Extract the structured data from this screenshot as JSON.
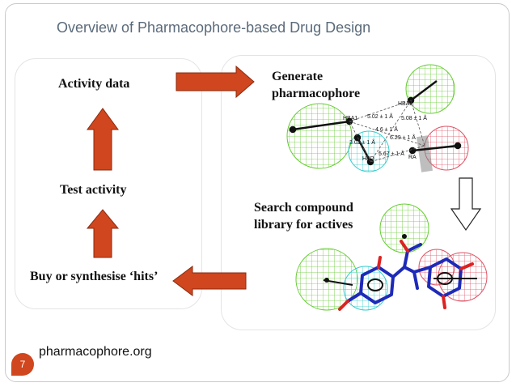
{
  "slide": {
    "title": "Overview of Pharmacophore-based Drug Design",
    "footer_url": "pharmacophore.org",
    "page_number": "7"
  },
  "cycle": {
    "activity_data": "Activity data",
    "test_activity": "Test activity",
    "buy_or_synthesise": "Buy or synthesise ‘hits’",
    "generate_line1": "Generate",
    "generate_line2": "pharmacophore",
    "search_line1": "Search compound",
    "search_line2": "library for actives"
  },
  "pharmacophore_model": {
    "features": [
      "HBA1",
      "HBA2",
      "HBD",
      "RA"
    ],
    "distances": [
      "5.02 ± 1 Å",
      "5.08 ± 1 Å",
      "6.29 ± 1 Å",
      "5.67 ± 1 Å",
      "4.6 ± 1 Å",
      "3.02 ± 1 Å"
    ]
  },
  "colors": {
    "arrow_fill": "#d0461e",
    "arrow_stroke": "#8a2a0e",
    "acceptor_mesh": "#66cc33",
    "donor_mesh": "#33cccc",
    "aromatic_mesh": "#dd5566",
    "ligand": "#1e2ab8",
    "title": "#5a6a7a",
    "badge": "#d0461e"
  },
  "icons": [
    "right-arrow-icon",
    "up-arrow-icon",
    "left-arrow-icon",
    "down-arrow-icon"
  ]
}
